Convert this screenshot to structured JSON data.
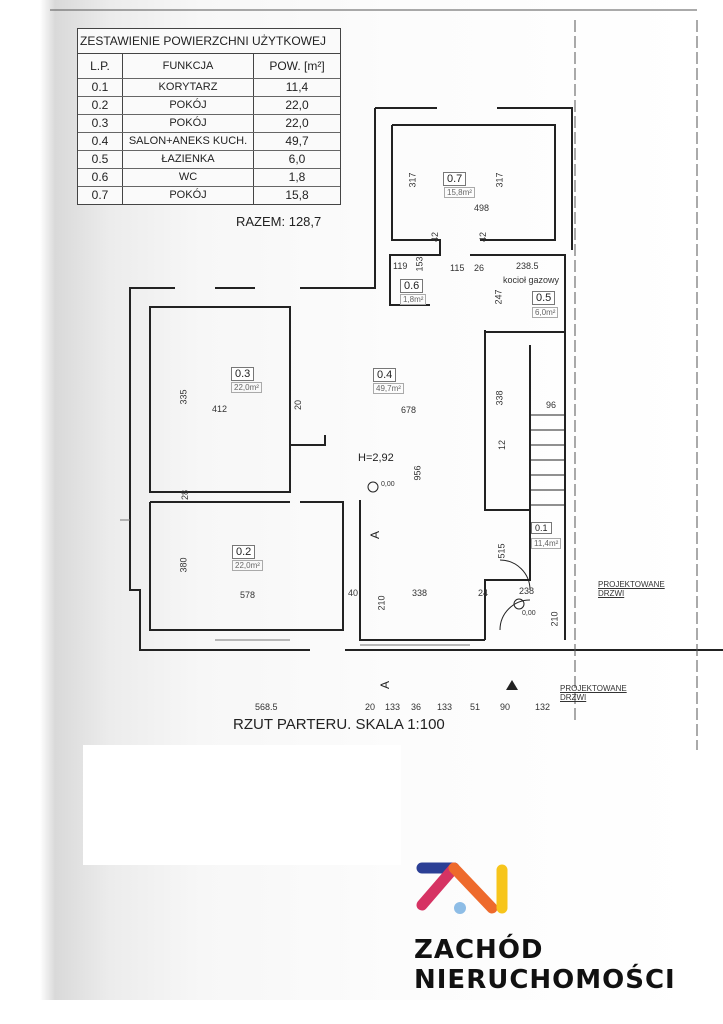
{
  "table": {
    "title": "ZESTAWIENIE POWIERZCHNI UŻYTKOWEJ",
    "headers": [
      "L.P.",
      "FUNKCJA",
      "POW. [m²]"
    ],
    "rows": [
      {
        "lp": "0.1",
        "funkcja": "KORYTARZ",
        "pow": "11,4"
      },
      {
        "lp": "0.2",
        "funkcja": "POKÓJ",
        "pow": "22,0"
      },
      {
        "lp": "0.3",
        "funkcja": "POKÓJ",
        "pow": "22,0"
      },
      {
        "lp": "0.4",
        "funkcja": "SALON+ANEKS KUCH.",
        "pow": "49,7"
      },
      {
        "lp": "0.5",
        "funkcja": "ŁAZIENKA",
        "pow": "6,0"
      },
      {
        "lp": "0.6",
        "funkcja": "WC",
        "pow": "1,8"
      },
      {
        "lp": "0.7",
        "funkcja": "POKÓJ",
        "pow": "15,8"
      }
    ],
    "total": "RAZEM: 128,7"
  },
  "plan": {
    "rooms": [
      {
        "no": "0.7",
        "area": "15,8m²",
        "dims": [
          "317",
          "317",
          "498"
        ]
      },
      {
        "no": "0.6",
        "area": "1,8m²",
        "dims": [
          "119",
          "153"
        ]
      },
      {
        "no": "0.5",
        "area": "6,0m²",
        "dims": [
          "238.5",
          "247"
        ],
        "note": "kocioł gazowy"
      },
      {
        "no": "0.3",
        "area": "22,0m²",
        "dims": [
          "335",
          "412"
        ]
      },
      {
        "no": "0.4",
        "area": "49,7m²",
        "dims": [
          "678",
          "338",
          "956"
        ]
      },
      {
        "no": "0.2",
        "area": "22,0m²",
        "dims": [
          "380",
          "578"
        ]
      },
      {
        "no": "0.1",
        "area": "11,4m²",
        "dims": [
          "515",
          "210"
        ]
      }
    ],
    "height": "H=2,92",
    "level": "0,00",
    "level2": "0,00",
    "misc_dims": [
      "42",
      "42",
      "115",
      "26",
      "12",
      "96",
      "20",
      "28",
      "40",
      "24",
      "210",
      "338",
      "238"
    ],
    "bottom_dims": [
      "568.5",
      "20",
      "133",
      "36",
      "133",
      "51",
      "90",
      "132"
    ],
    "section_mark": "A",
    "door_note_1": "PROJEKTOWANE DRZWI",
    "door_note_2": "PROJEKTOWANE DRZWI",
    "caption": "RZUT PARTERU. SKALA 1:100"
  },
  "brand": {
    "line1": "ZACHÓD",
    "line2": "NIERUCHOMOŚCI",
    "colors": {
      "blue": "#2b3f95",
      "red": "#d63363",
      "orange": "#ee6a2c",
      "yellow": "#f7c51b",
      "dot": "#8ebde6"
    }
  }
}
